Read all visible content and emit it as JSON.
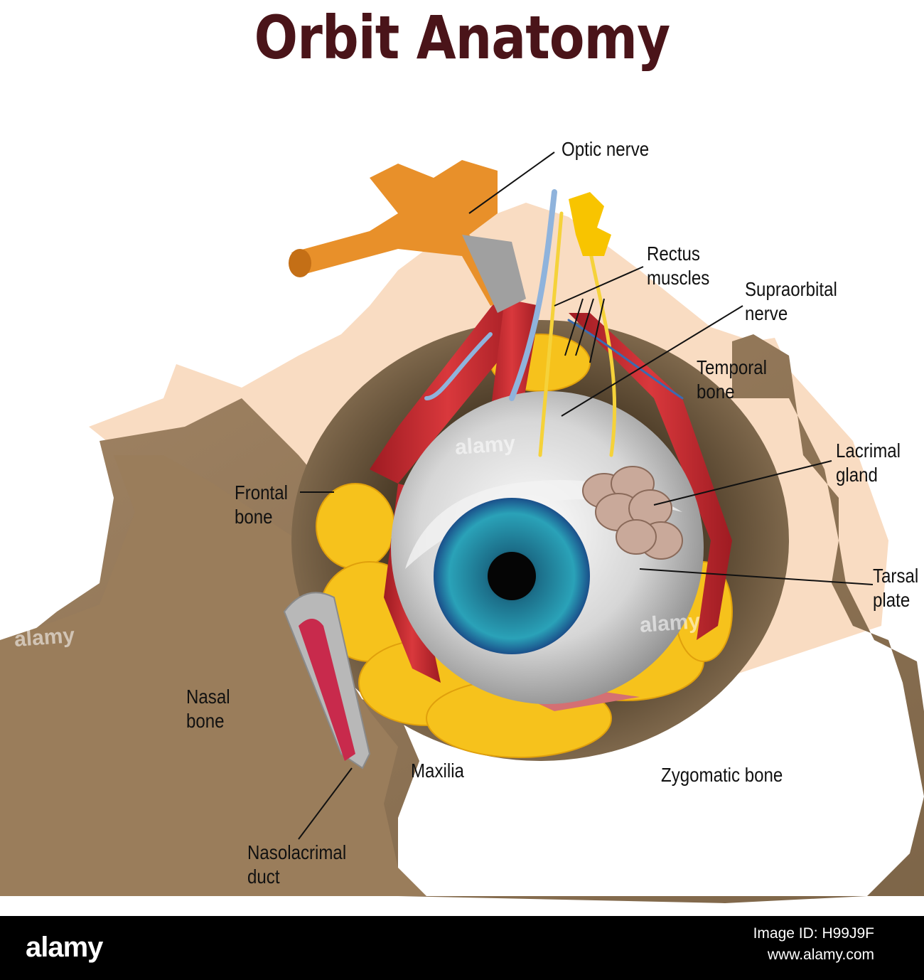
{
  "title": "Orbit Anatomy",
  "labels": {
    "optic_nerve": "Optic nerve",
    "rectus_1": "Rectus",
    "rectus_2": "muscles",
    "supraorbital_1": "Supraorbital",
    "supraorbital_2": "nerve",
    "temporal_1": "Temporal",
    "temporal_2": "bone",
    "lacrimal_1": "Lacrimal",
    "lacrimal_2": "gland",
    "frontal_1": "Frontal",
    "frontal_2": "bone",
    "tarsal_1": "Tarsal",
    "tarsal_2": "plate",
    "nasal_1": "Nasal",
    "nasal_2": "bone",
    "maxilia": "Maxilia",
    "zygomatic": "Zygomatic bone",
    "nasolacrimal_1": "Nasolacrimal",
    "nasolacrimal_2": "duct"
  },
  "watermark": "alamy",
  "footer": {
    "brand": "alamy",
    "image_id": "Image ID: H99J9F",
    "site": "www.alamy.com"
  },
  "colors": {
    "title": "#4a1419",
    "bone_light": "#f9dcc2",
    "bone_dark": "#8b7355",
    "fat": "#f6c21c",
    "muscle": "#c1272d",
    "iris": "#1f8fa8",
    "optic_nerve": "#e8902a"
  }
}
